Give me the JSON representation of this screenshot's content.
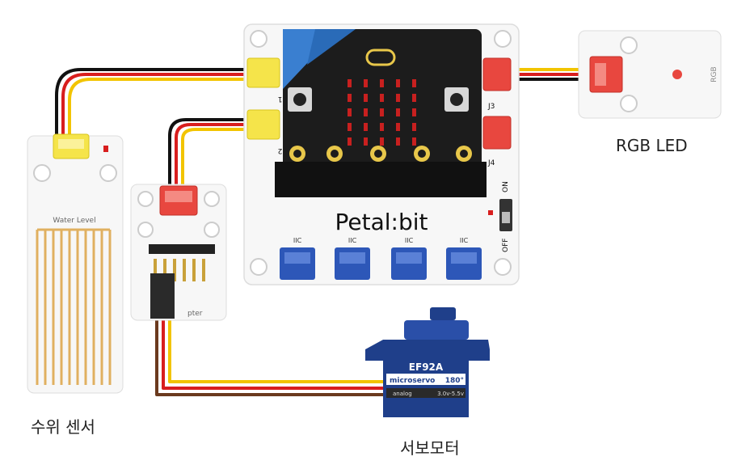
{
  "labels": {
    "rgb_led": "RGB LED",
    "water_sensor": "수위 센서",
    "servo": "서보모터"
  },
  "board": {
    "name": "Petal:bit",
    "port_j1": "J1",
    "port_j2": "J2",
    "port_j3": "J3",
    "port_j4": "J4",
    "switch_on": "ON",
    "switch_off": "OFF",
    "i2c_label": "IIC"
  },
  "water_module": {
    "title": "Water Level"
  },
  "adapter": {
    "title": "pter"
  },
  "rgb_module": {
    "side_label": "RGB"
  },
  "servo_body": {
    "model": "EF92A",
    "brand": "microservo",
    "degrees": "180°",
    "spec_left": "analog",
    "spec_right": "3.0v-5.5v"
  },
  "colors": {
    "wire_black": "#111111",
    "wire_red": "#d81e1e",
    "wire_yellow": "#f2c400",
    "wire_brown": "#6b3a1e",
    "connector_yellow": "#f5e44a",
    "connector_red": "#e8473f",
    "connector_blue": "#2d57b8",
    "servo_blue": "#1f3f8a",
    "microbit_black": "#1c1c1c",
    "led_red": "#c8201f",
    "accent_blue": "#3a7fd0"
  }
}
